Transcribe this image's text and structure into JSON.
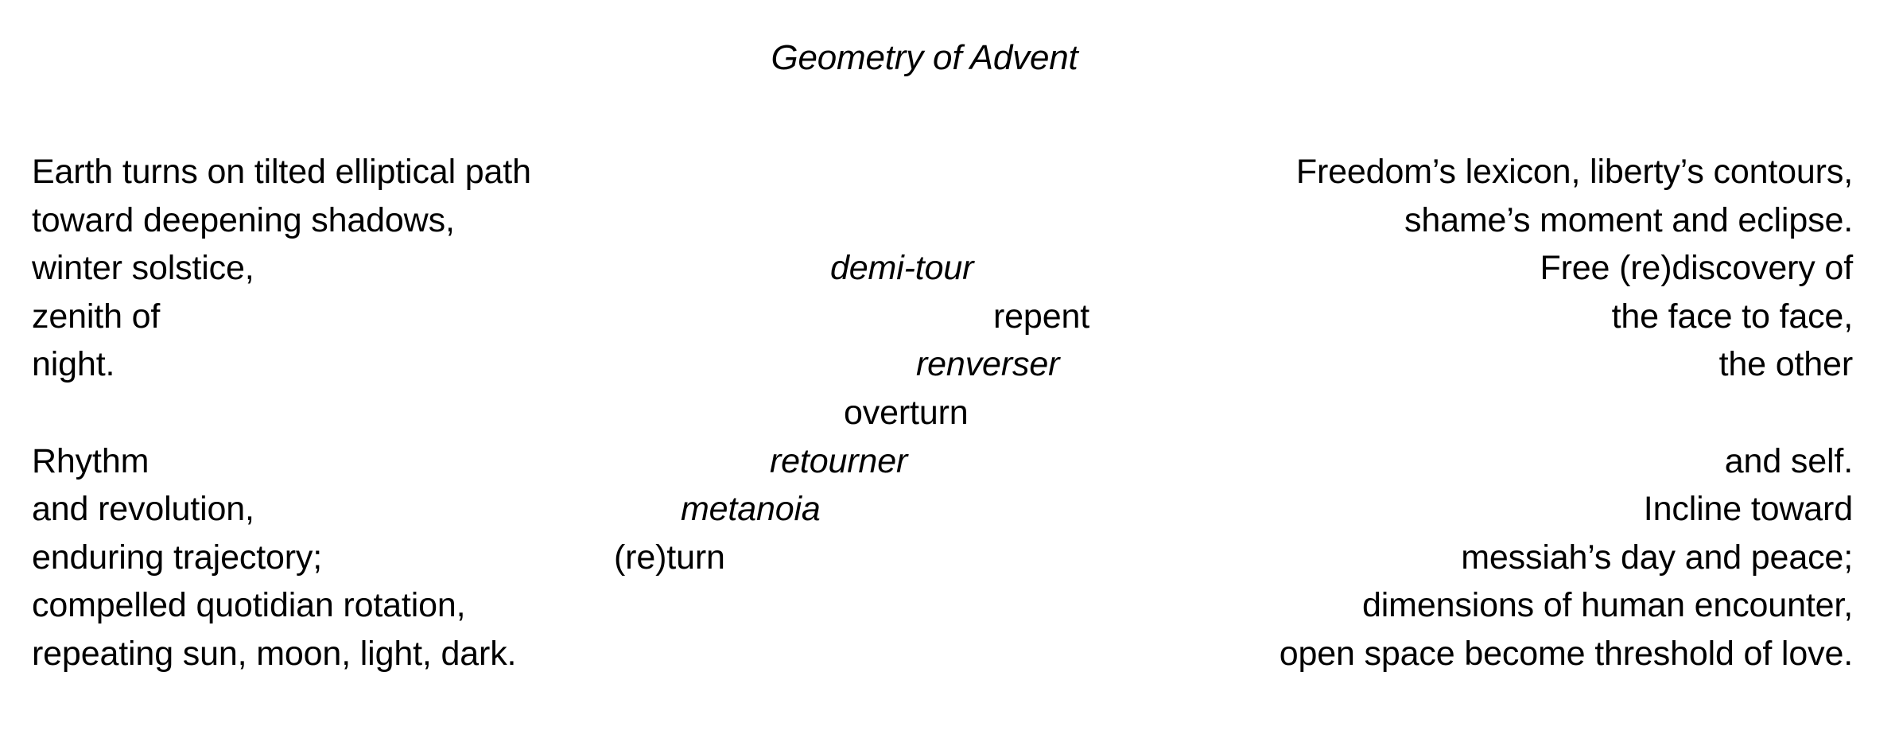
{
  "document": {
    "title": "Geometry of Advent",
    "background_color": "#ffffff",
    "text_color": "#000000"
  },
  "poem": {
    "title": "Geometry of Advent",
    "rows": [
      {
        "left": "Earth turns on tilted elliptical path",
        "center": "",
        "center_italic": false,
        "right": "Freedom’s lexicon, liberty’s contours,"
      },
      {
        "left": "toward deepening shadows,",
        "center": "",
        "center_italic": false,
        "right": "shame’s moment and eclipse."
      },
      {
        "left": "winter solstice,",
        "center": "demi-tour",
        "center_italic": true,
        "right": "Free (re)discovery of"
      },
      {
        "left": "zenith of",
        "center": "repent",
        "center_italic": false,
        "right": "the face to face,"
      },
      {
        "left": "night.",
        "center": "renverser",
        "center_italic": true,
        "right": "the other"
      },
      {
        "left": "",
        "center": "overturn",
        "center_italic": false,
        "right": ""
      },
      {
        "left": "Rhythm",
        "center": "retourner",
        "center_italic": true,
        "right": "and self."
      },
      {
        "left": "and revolution,",
        "center": "metanoia",
        "center_italic": true,
        "right": "Incline toward"
      },
      {
        "left": "enduring trajectory;",
        "center": "(re)turn",
        "center_italic": false,
        "right": "messiah’s day and peace;"
      },
      {
        "left": "compelled quotidian rotation,",
        "center": "",
        "center_italic": false,
        "right": "dimensions of human encounter,"
      },
      {
        "left": "repeating sun, moon, light, dark.",
        "center": "",
        "center_italic": false,
        "right": "open space become threshold of love."
      }
    ],
    "columns": {
      "left_stanzas": [
        [
          "Earth turns on tilted elliptical path",
          "toward deepening shadows,",
          "winter solstice,",
          "zenith of",
          "night."
        ],
        [
          "Rhythm",
          "and revolution,",
          "enduring trajectory;",
          "compelled quotidian rotation,",
          "repeating sun, moon, light, dark."
        ]
      ],
      "center_words": [
        {
          "text": "demi-tour",
          "italic": true
        },
        {
          "text": "repent",
          "italic": false
        },
        {
          "text": "renverser",
          "italic": true
        },
        {
          "text": "overturn",
          "italic": false
        },
        {
          "text": "retourner",
          "italic": true
        },
        {
          "text": "metanoia",
          "italic": true
        },
        {
          "text": "(re)turn",
          "italic": false
        }
      ],
      "right_stanzas": [
        [
          "Freedom’s lexicon, liberty’s contours,",
          "shame’s moment and eclipse.",
          "Free (re)discovery of",
          "the face to face,",
          "the other"
        ],
        [
          "and self.",
          "Incline toward",
          "messiah’s day and peace;",
          "dimensions of human encounter,",
          "open space become threshold of love."
        ]
      ]
    }
  }
}
